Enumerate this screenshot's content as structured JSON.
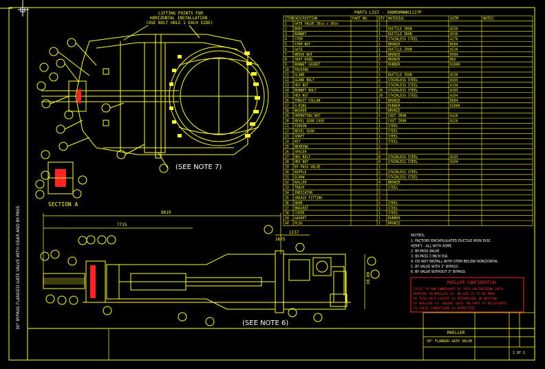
{
  "colors": {
    "background": "#000000",
    "line": "#ffff33",
    "accent": "#ff2222",
    "white": "#ffffff"
  },
  "notes": {
    "lifting_points": "LIFTING POINTS FOR HORIZONTAL INSTALLATION (USE BOLT HOLE 1 EACH SIDE)",
    "see_note_7": "(SEE NOTE 7)",
    "see_note_6": "(SEE NOTE 6)",
    "section_a": "SECTION A",
    "confidential_title": "MUELLER CONFIDENTIAL"
  },
  "parts_list": {
    "title": "PARTS LIST - 308MSMHWH1127P",
    "headers": [
      "ITEM",
      "DESCRIPTION",
      "PART NO.",
      "QTY",
      "MATERIAL",
      "ASTM",
      "NOTES"
    ],
    "rows": [
      [
        "1",
        "GATE VALVE 30in x 30in",
        "",
        "1",
        "",
        "",
        ""
      ],
      [
        "2",
        "BODY",
        "",
        "1",
        "DUCTILE IRON",
        "A536",
        ""
      ],
      [
        "3",
        "BONNET",
        "",
        "1",
        "DUCTILE IRON",
        "A536",
        ""
      ],
      [
        "4",
        "STEM",
        "",
        "1",
        "STAINLESS STEEL",
        "A276",
        ""
      ],
      [
        "5",
        "STEM NUT",
        "",
        "1",
        "BRONZE",
        "B584",
        ""
      ],
      [
        "6",
        "GATE",
        "",
        "1",
        "DUCTILE IRON",
        "A536",
        ""
      ],
      [
        "7",
        "WEDGE NUT",
        "",
        "1",
        "BRONZE",
        "B584",
        ""
      ],
      [
        "8",
        "SEAT RING",
        "",
        "2",
        "BRONZE",
        "B62",
        ""
      ],
      [
        "9",
        "BONNET GASKET",
        "",
        "1",
        "RUBBER",
        "D2000",
        ""
      ],
      [
        "10",
        "PACKING",
        "",
        "1",
        "",
        "",
        ""
      ],
      [
        "11",
        "GLAND",
        "",
        "1",
        "DUCTILE IRON",
        "A536",
        ""
      ],
      [
        "12",
        "GLAND BOLT",
        "",
        "2",
        "STAINLESS STEEL",
        "A193",
        ""
      ],
      [
        "13",
        "HEX NUT",
        "",
        "2",
        "STAINLESS STEEL",
        "A194",
        ""
      ],
      [
        "14",
        "BONNET BOLT",
        "",
        "20",
        "STAINLESS STEEL",
        "A193",
        ""
      ],
      [
        "15",
        "HEX NUT",
        "",
        "20",
        "STAINLESS STEEL",
        "A194",
        ""
      ],
      [
        "16",
        "THRUST COLLAR",
        "",
        "1",
        "BRONZE",
        "B584",
        ""
      ],
      [
        "17",
        "O-RING",
        "",
        "2",
        "RUBBER",
        "D2000",
        ""
      ],
      [
        "18",
        "WASHER",
        "",
        "1",
        "BRONZE",
        "",
        ""
      ],
      [
        "19",
        "OPERATING NUT",
        "",
        "1",
        "CAST IRON",
        "A126",
        ""
      ],
      [
        "20",
        "BEVEL GEAR CASE",
        "",
        "1",
        "CAST IRON",
        "A126",
        ""
      ],
      [
        "21",
        "PINION",
        "",
        "1",
        "STEEL",
        "",
        ""
      ],
      [
        "22",
        "BEVEL GEAR",
        "",
        "1",
        "STEEL",
        "",
        ""
      ],
      [
        "23",
        "SHAFT",
        "",
        "1",
        "STEEL",
        "",
        ""
      ],
      [
        "24",
        "KEY",
        "",
        "1",
        "STEEL",
        "",
        ""
      ],
      [
        "25",
        "BEARING",
        "",
        "2",
        "",
        "",
        ""
      ],
      [
        "26",
        "SPACER",
        "",
        "1",
        "",
        "",
        ""
      ],
      [
        "27",
        "HEX BOLT",
        "",
        "8",
        "STAINLESS STEEL",
        "A193",
        ""
      ],
      [
        "28",
        "HEX NUT",
        "",
        "8",
        "STAINLESS STEEL",
        "A194",
        ""
      ],
      [
        "29",
        "BY-PASS VALVE",
        "",
        "1",
        "",
        "",
        ""
      ],
      [
        "30",
        "NIPPLE",
        "",
        "2",
        "STAINLESS STEEL",
        "",
        ""
      ],
      [
        "31",
        "ELBOW",
        "",
        "2",
        "STAINLESS STEEL",
        "",
        ""
      ],
      [
        "32",
        "ROLLER",
        "",
        "4",
        "BRONZE",
        "",
        ""
      ],
      [
        "33",
        "TRACK",
        "",
        "2",
        "STEEL",
        "",
        ""
      ],
      [
        "34",
        "INDICATOR",
        "",
        "1",
        "",
        "",
        ""
      ],
      [
        "35",
        "GREASE FITTING",
        "",
        "2",
        "",
        "",
        ""
      ],
      [
        "36",
        "HOOK",
        "",
        "2",
        "STEEL",
        "",
        ""
      ],
      [
        "37",
        "BRACKET",
        "",
        "1",
        "STEEL",
        "",
        ""
      ],
      [
        "38",
        "COVER",
        "",
        "1",
        "STEEL",
        "",
        ""
      ],
      [
        "39",
        "GASKET",
        "",
        "1",
        "RUBBER",
        "",
        ""
      ],
      [
        "40",
        "PLUG",
        "",
        "1",
        "BRONZE",
        "",
        ""
      ]
    ]
  },
  "general_notes": {
    "header": "NOTES:",
    "lines": [
      "1. FACTORY ENCAPSULATED DUCTILE IRON DISC",
      "   VERIFY - ALL WITH ASME",
      "2. BY-PASS VALVE",
      "3. BY-PASS 3 INCH DIA",
      "4. DO NOT INSTALL WITH STEM BELOW HORIZONTAL",
      "5. BY VALVE WITH 3\" BYPASS",
      "6. BY VALVE WITHOUT 3\" BYPASS"
    ]
  },
  "confidential_lines": [
    "TITLE TO AND OWNERSHIP OF THIS ENGINEERING DATA",
    "REMAINS IN MUELLER CO. NO USE IS TO BE MADE",
    "OF THIS DATA EXCEPT AS AUTHORIZED IN WRITING",
    "BY MUELLER CO. ABSENT SUCH, NO PART OF RECIPIENTS",
    "TO THESE CONDITIONS IS PERMITTED."
  ],
  "dimensions": {
    "overall": "8819",
    "length_a": "7715",
    "height": "30.00",
    "offset_a": "1137",
    "offset_b": "1675"
  },
  "side_text": "30\" BYPASS FLANGED GATE VALVE WITH GEAR AND BY-PASS",
  "title_block": {
    "company": "MUELLER",
    "drawing_title": "30\" FLANGED GATE VALVE",
    "sheet": "1 OF 1"
  }
}
